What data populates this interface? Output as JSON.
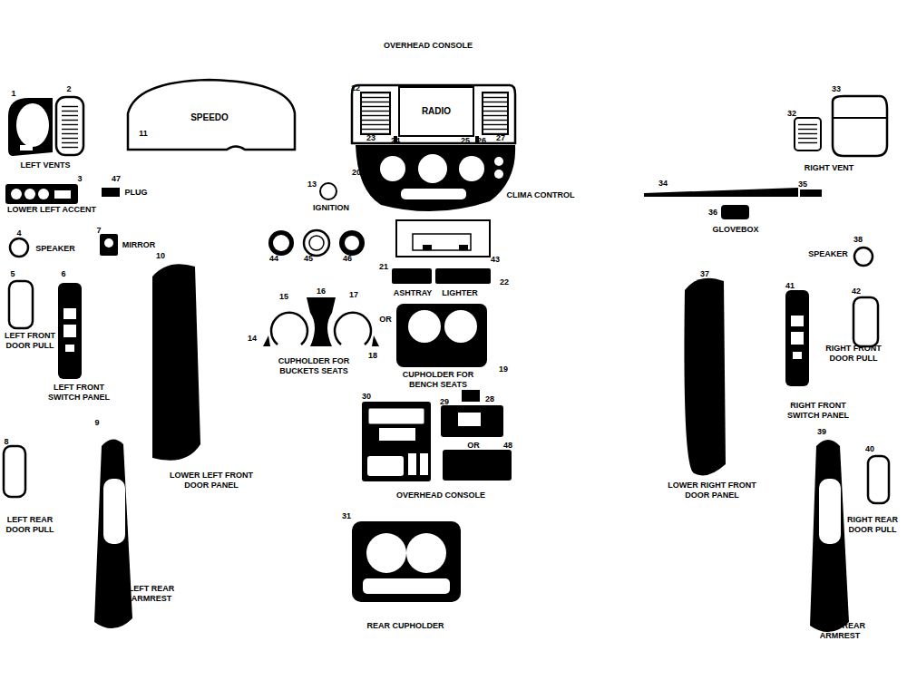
{
  "diagram": {
    "nodes": [
      {
        "text": [
          "SPEEDO"
        ]
      },
      {
        "text": [
          "RADIO"
        ]
      }
    ],
    "labels": [
      "OVERHEAD CONSOLE",
      "1",
      "2",
      "12",
      "33",
      "32",
      "11",
      "23",
      "24",
      "25",
      "26",
      "27",
      "LEFT VENTS",
      "RIGHT VENT",
      "20",
      "3",
      "47",
      "34",
      "13",
      "35",
      "PLUG",
      "CLIMA CONTROL",
      "LOWER LEFT ACCENT",
      "IGNITION",
      "36",
      "GLOVEBOX",
      "7",
      "4",
      "38",
      "SPEAKER",
      "MIRROR",
      "SPEAKER",
      "10",
      "44",
      "45",
      "46",
      "43",
      "21",
      "5",
      "6",
      "37",
      "22",
      "41",
      "42",
      "ASHTRAY",
      "LIGHTER",
      "15",
      "16",
      "17",
      "OR",
      "LEFT FRONT DOOR PULL",
      "14",
      "RIGHT FRONT DOOR PULL",
      "18",
      "CUPHOLDER FOR BUCKETS SEATS",
      "19",
      "CUPHOLDER FOR BENCH SEATS",
      "LEFT FRONT SWITCH PANEL",
      "30",
      "28",
      "29",
      "RIGHT FRONT SWITCH PANEL",
      "9",
      "39",
      "8",
      "OR",
      "48",
      "40",
      "LOWER LEFT FRONT DOOR PANEL",
      "LOWER RIGHT FRONT DOOR PANEL",
      "OVERHEAD CONSOLE",
      "31",
      "RIGHT REAR DOOR PULL",
      "LEFT REAR DOOR PULL",
      "LEFT REAR ARMREST",
      "RIGHT REAR ARMREST",
      "REAR CUPHOLDER"
    ]
  }
}
